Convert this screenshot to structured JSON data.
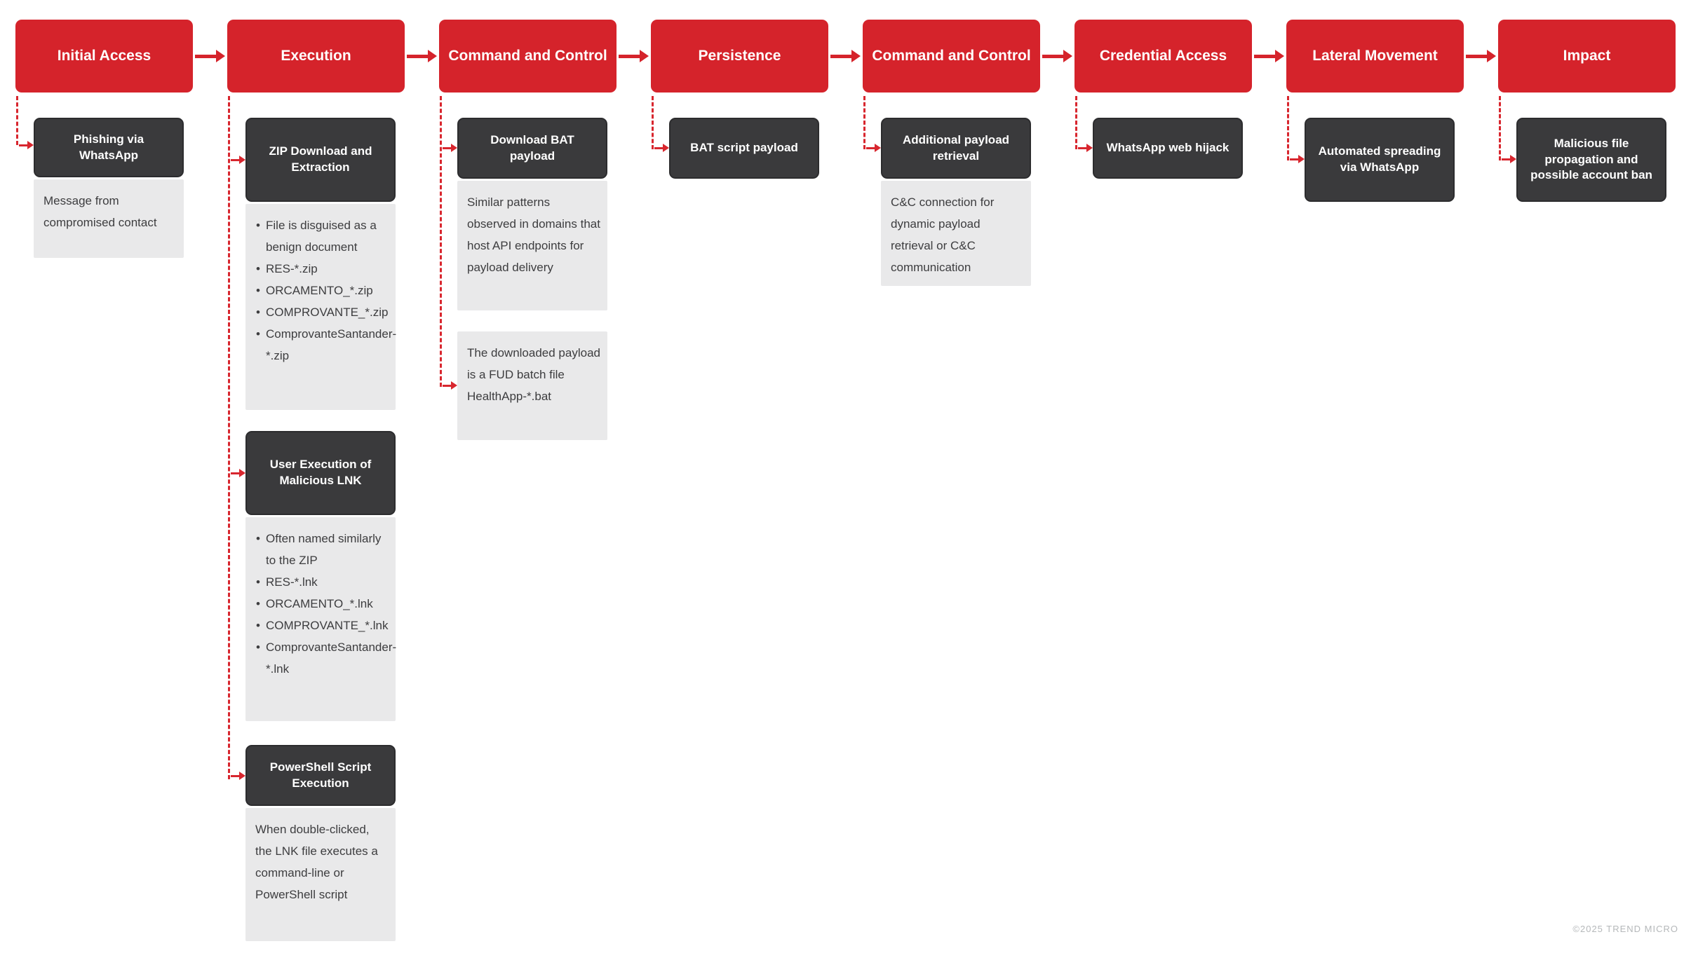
{
  "diagram": {
    "title": "Attack chain diagram",
    "footer": "©2025 TREND MICRO",
    "colors": {
      "phase_red": "#d5232b",
      "connector_red": "#d8262e",
      "technique_dark": "#3a3a3c",
      "detail_light": "#e9e9ea",
      "detail_text": "#3d3d3f",
      "footer_gray": "#b5b8ba"
    },
    "columns": [
      {
        "header": "Initial Access",
        "boxes": [
          {
            "title": "Phishing via WhatsApp",
            "body": "Message from compromised contact"
          }
        ]
      },
      {
        "header": "Execution",
        "boxes": [
          {
            "title": "ZIP Download and Extraction",
            "bullets": [
              "File is disguised as a benign document",
              "RES-*.zip",
              "ORCAMENTO_*.zip",
              "COMPROVANTE_*.zip",
              "ComprovanteSantander-*.zip"
            ]
          },
          {
            "title": "User Execution of Malicious LNK",
            "bullets": [
              "Often named similarly to the ZIP",
              "RES-*.lnk",
              "ORCAMENTO_*.lnk",
              "COMPROVANTE_*.lnk",
              "ComprovanteSantander-*.lnk"
            ]
          },
          {
            "title": "PowerShell Script Execution",
            "body": "When double-clicked, the LNK file executes a command-line or PowerShell script"
          }
        ]
      },
      {
        "header": "Command and Control",
        "boxes": [
          {
            "title": "Download BAT payload",
            "body": "Similar patterns observed in domains that host API endpoints for payload delivery"
          },
          {
            "body": "The downloaded payload is a FUD batch file HealthApp-*.bat"
          }
        ]
      },
      {
        "header": "Persistence",
        "boxes": [
          {
            "title": "BAT script payload"
          }
        ]
      },
      {
        "header": "Command and Control",
        "boxes": [
          {
            "title": "Additional payload retrieval",
            "body": "C&C connection for dynamic payload retrieval or C&C communication"
          }
        ]
      },
      {
        "header": "Credential Access",
        "boxes": [
          {
            "title": "WhatsApp web hijack"
          }
        ]
      },
      {
        "header": "Lateral Movement",
        "boxes": [
          {
            "title": "Automated spreading via WhatsApp"
          }
        ]
      },
      {
        "header": "Impact",
        "boxes": [
          {
            "title": "Malicious file propagation and possible account ban"
          }
        ]
      }
    ]
  }
}
